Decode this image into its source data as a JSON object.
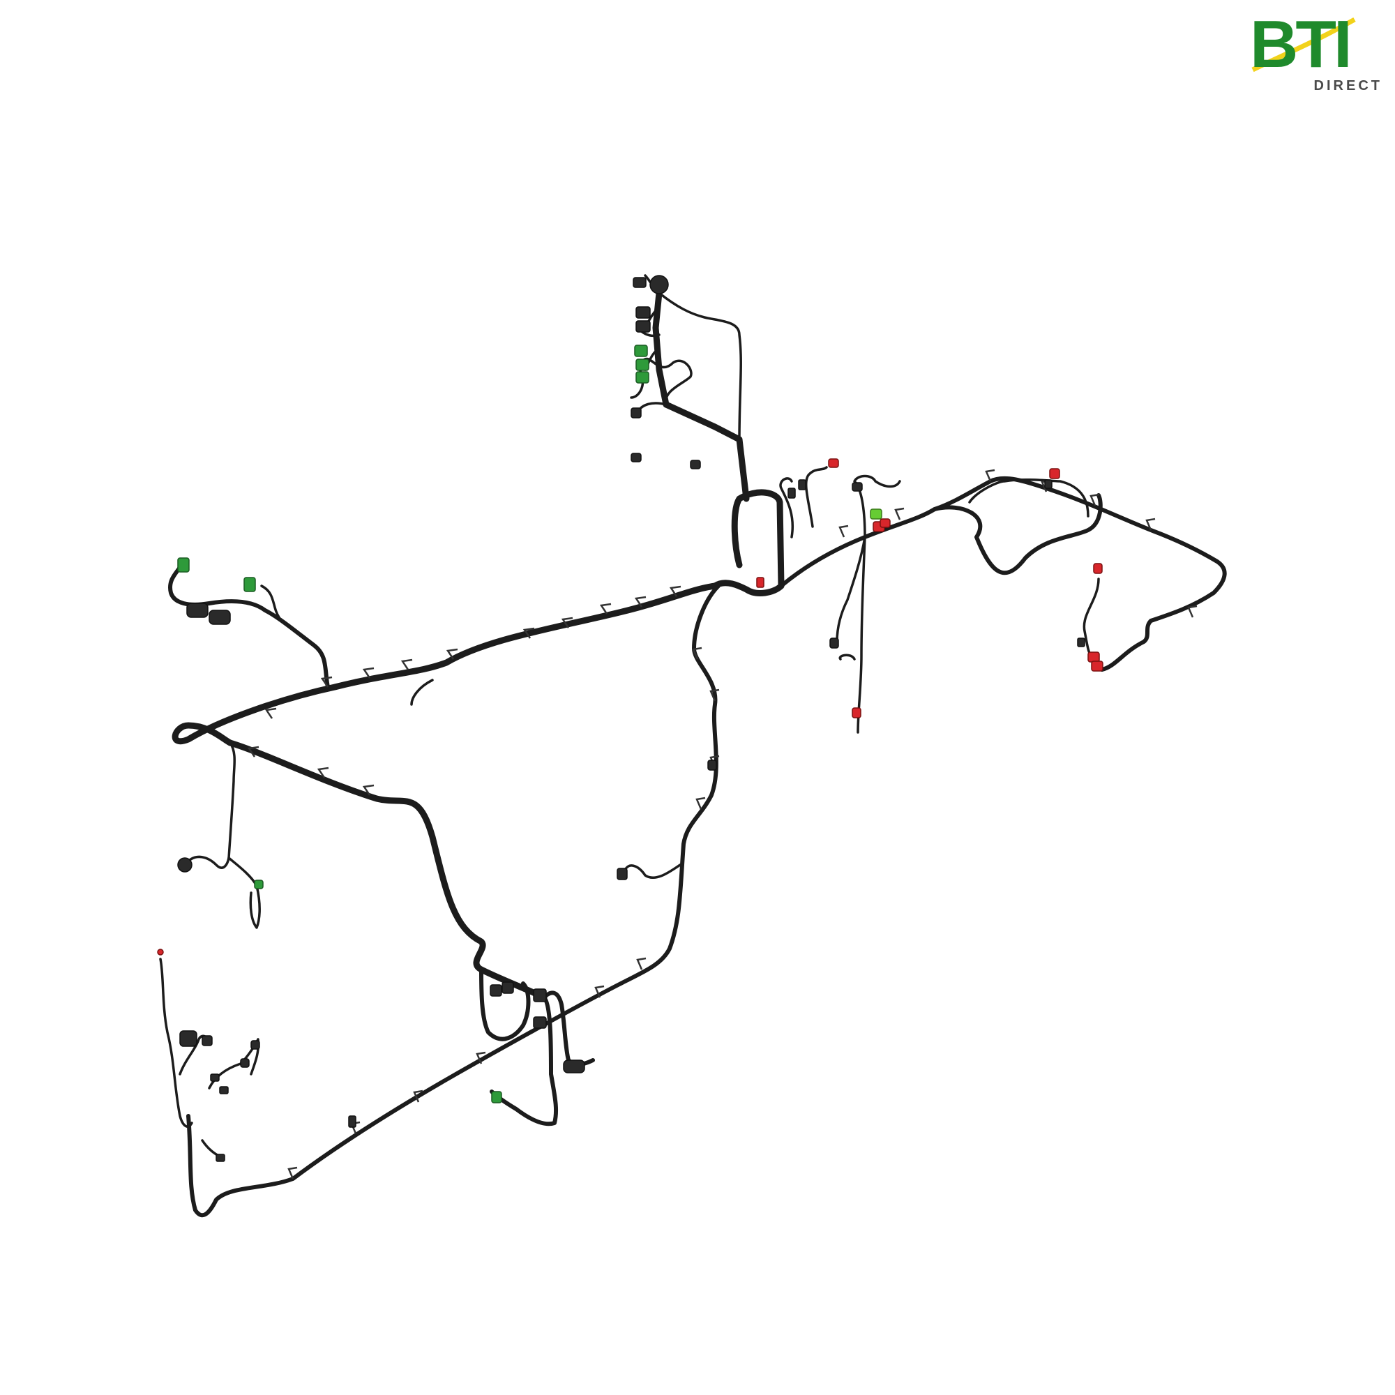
{
  "logo": {
    "name": "bti-direct-logo",
    "main_text": "BTI",
    "sub_text": "DIRECT",
    "colors": {
      "green": "#1f8a2c",
      "yellow": "#f2d21b",
      "gray": "#4a4a4a"
    }
  },
  "illustration": {
    "subject": "wiring-harness",
    "colors": {
      "wire": "#1c1c1c",
      "connector_black": "#2a2a2a",
      "connector_green": "#2e9a3a",
      "connector_red": "#d8262b",
      "connector_lime": "#66cc33"
    }
  }
}
